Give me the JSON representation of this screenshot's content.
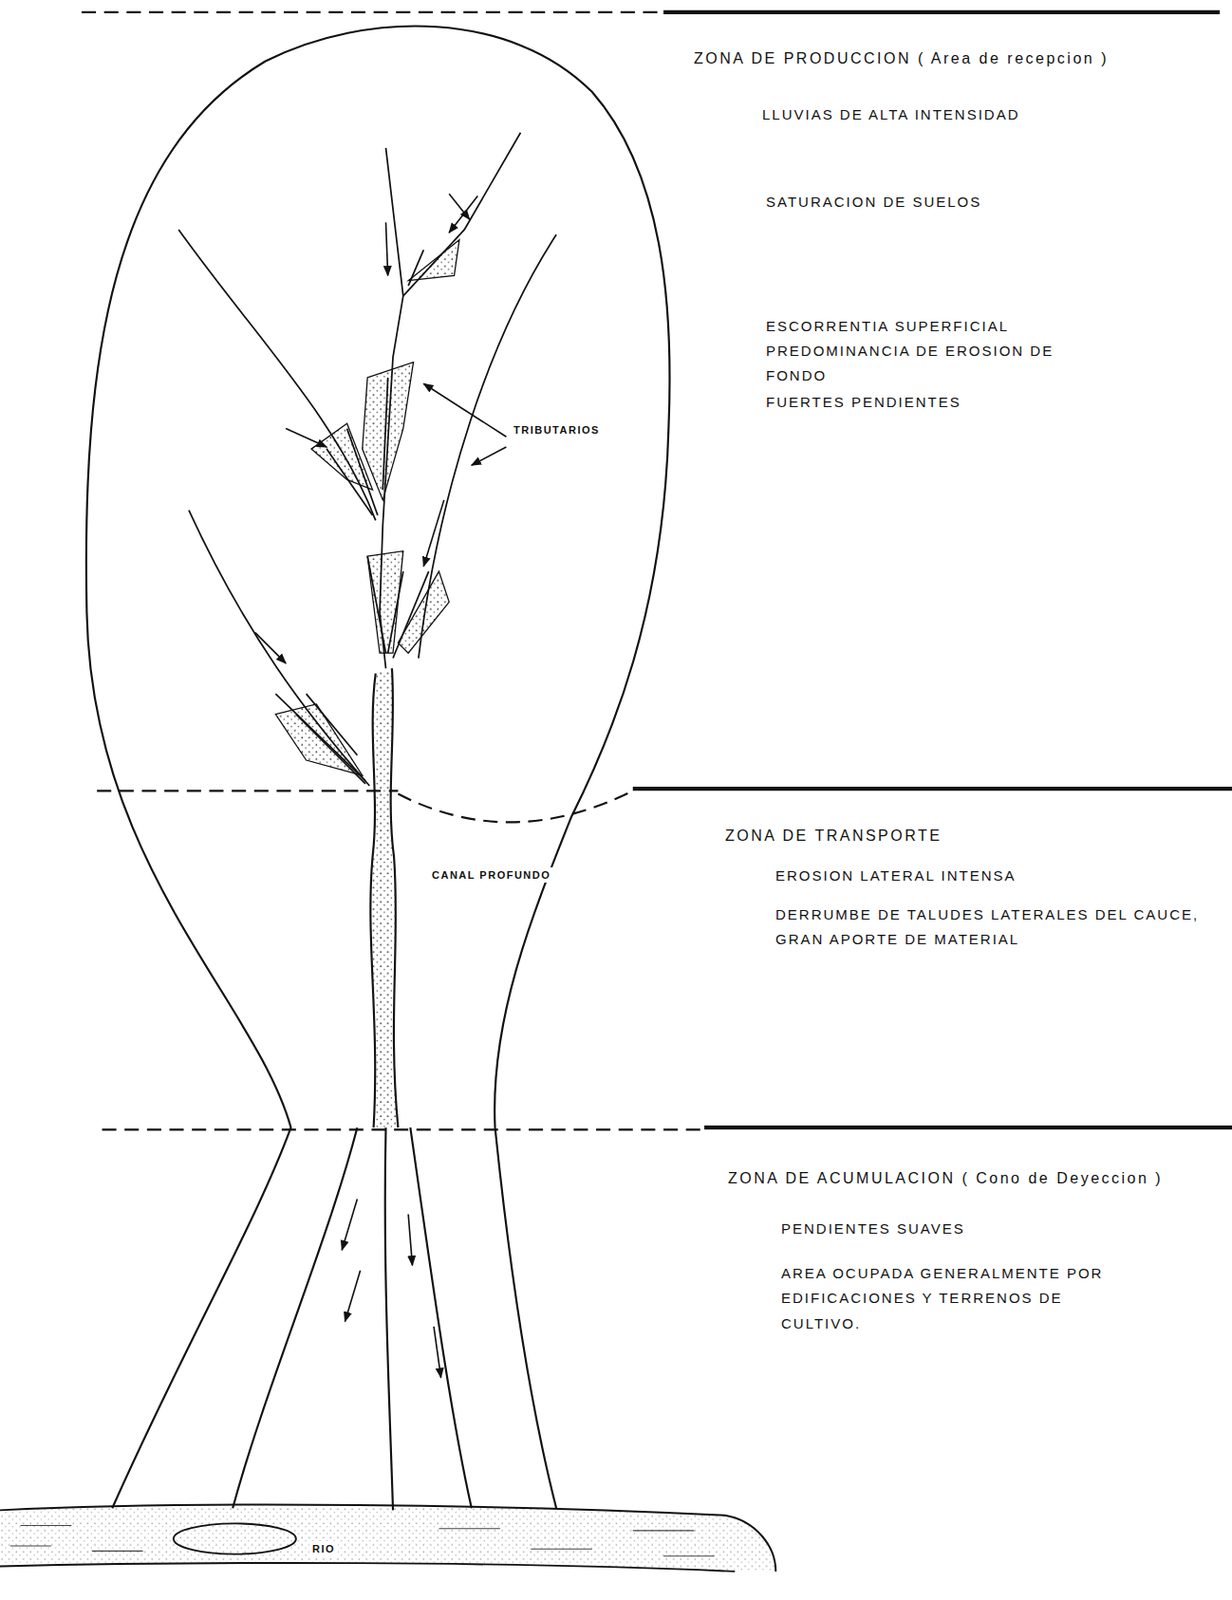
{
  "diagram": {
    "labels": [
      "ZONA DE PRODUCCION ( Area de recepcion )",
      "LLUVIAS DE ALTA INTENSIDAD",
      "SATURACION DE SUELOS",
      "ESCORRENTIA SUPERFICIAL",
      "PREDOMINANCIA DE EROSION DE FONDO",
      "FUERTES PENDIENTES",
      "TRIBUTARIOS",
      "ZONA DE TRANSPORTE",
      "EROSION LATERAL INTENSA",
      "DERRUMBE DE TALUDES LATERALES DEL CAUCE, GRAN APORTE DE MATERIAL",
      "CANAL PROFUNDO",
      "ZONA DE ACUMULACION ( Cono de Deyeccion )",
      "PENDIENTES SUAVES",
      "AREA OCUPADA GENERALMENTE POR EDIFICACIONES Y TERRENOS DE CULTIVO.",
      "RIO"
    ]
  }
}
